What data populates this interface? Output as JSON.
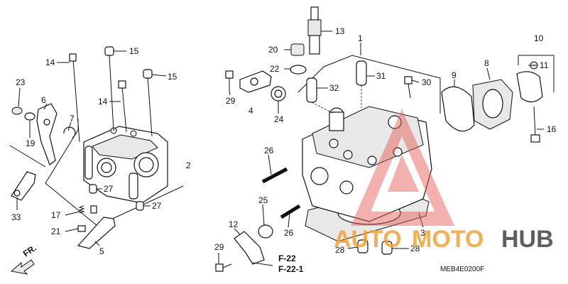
{
  "callouts": [
    {
      "id": "1",
      "text": "1"
    },
    {
      "id": "2",
      "text": "2"
    },
    {
      "id": "3",
      "text": "3"
    },
    {
      "id": "4",
      "text": "4"
    },
    {
      "id": "5",
      "text": "5"
    },
    {
      "id": "6",
      "text": "6"
    },
    {
      "id": "7",
      "text": "7"
    },
    {
      "id": "8",
      "text": "8"
    },
    {
      "id": "9",
      "text": "9"
    },
    {
      "id": "10",
      "text": "10"
    },
    {
      "id": "11",
      "text": "11"
    },
    {
      "id": "12",
      "text": "12"
    },
    {
      "id": "13",
      "text": "13"
    },
    {
      "id": "14a",
      "text": "14"
    },
    {
      "id": "14b",
      "text": "14"
    },
    {
      "id": "15a",
      "text": "15"
    },
    {
      "id": "15b",
      "text": "15"
    },
    {
      "id": "16",
      "text": "16"
    },
    {
      "id": "17",
      "text": "17"
    },
    {
      "id": "19",
      "text": "19"
    },
    {
      "id": "20",
      "text": "20"
    },
    {
      "id": "21",
      "text": "21"
    },
    {
      "id": "22",
      "text": "22"
    },
    {
      "id": "23",
      "text": "23"
    },
    {
      "id": "24",
      "text": "24"
    },
    {
      "id": "25",
      "text": "25"
    },
    {
      "id": "26a",
      "text": "26"
    },
    {
      "id": "26b",
      "text": "26"
    },
    {
      "id": "27a",
      "text": "27"
    },
    {
      "id": "27b",
      "text": "27"
    },
    {
      "id": "28a",
      "text": "28"
    },
    {
      "id": "28b",
      "text": "28"
    },
    {
      "id": "29a",
      "text": "29"
    },
    {
      "id": "29b",
      "text": "29"
    },
    {
      "id": "30",
      "text": "30"
    },
    {
      "id": "31",
      "text": "31"
    },
    {
      "id": "32",
      "text": "32"
    },
    {
      "id": "33",
      "text": "33"
    }
  ],
  "references": {
    "f22": "F-22",
    "f221": "F-22-1",
    "fr": "FR."
  },
  "diagram_code": "MEB4E0200F",
  "watermark": {
    "auto": "AUTO",
    "moto": "MOTO",
    "hub": "HUB",
    "color_orange": "#f4a233",
    "color_gray": "#444444",
    "color_red": "#e5584f"
  }
}
